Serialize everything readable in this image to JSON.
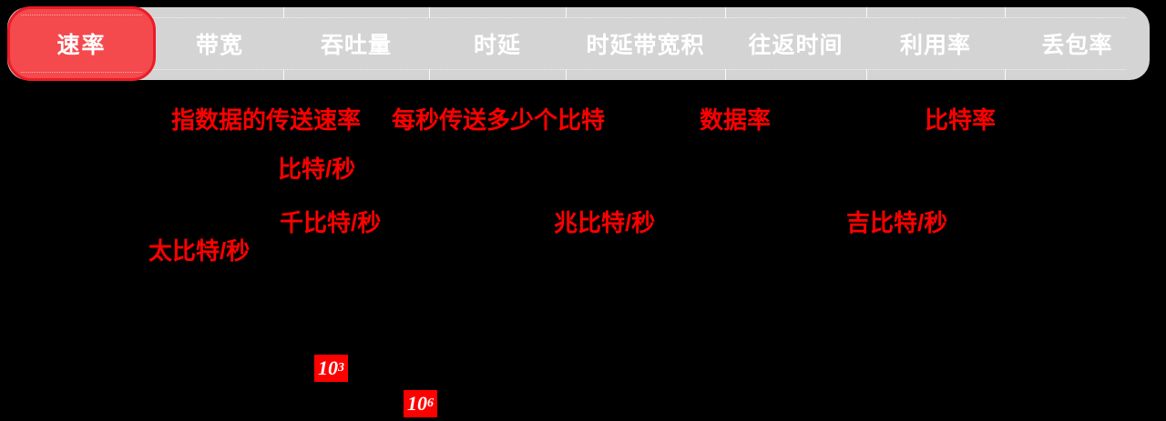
{
  "tabs": {
    "active_index": 0,
    "active_color": "#f4494d",
    "active_border_color": "#ec1c24",
    "inactive_color": "#d4d4d4",
    "items": [
      {
        "label": "速率"
      },
      {
        "label": "带宽"
      },
      {
        "label": "吞吐量"
      },
      {
        "label": "时延"
      },
      {
        "label": "时延带宽积"
      },
      {
        "label": "往返时间"
      },
      {
        "label": "利用率"
      },
      {
        "label": "丢包率"
      }
    ]
  },
  "annotations": {
    "color": "#ff0000",
    "items": [
      {
        "text": "指数据的传送速率"
      },
      {
        "text": "每秒传送多少个比特"
      },
      {
        "text": "数据率"
      },
      {
        "text": "比特率"
      },
      {
        "text": "比特/秒"
      },
      {
        "text": "千比特/秒"
      },
      {
        "text": "兆比特/秒"
      },
      {
        "text": "吉比特/秒"
      },
      {
        "text": "太比特/秒"
      }
    ]
  },
  "exponent_chips": {
    "background": "#ff0000",
    "text_color": "#ffffff",
    "items": [
      {
        "base": "10",
        "exponent": "3"
      },
      {
        "base": "10",
        "exponent": "6"
      }
    ]
  }
}
